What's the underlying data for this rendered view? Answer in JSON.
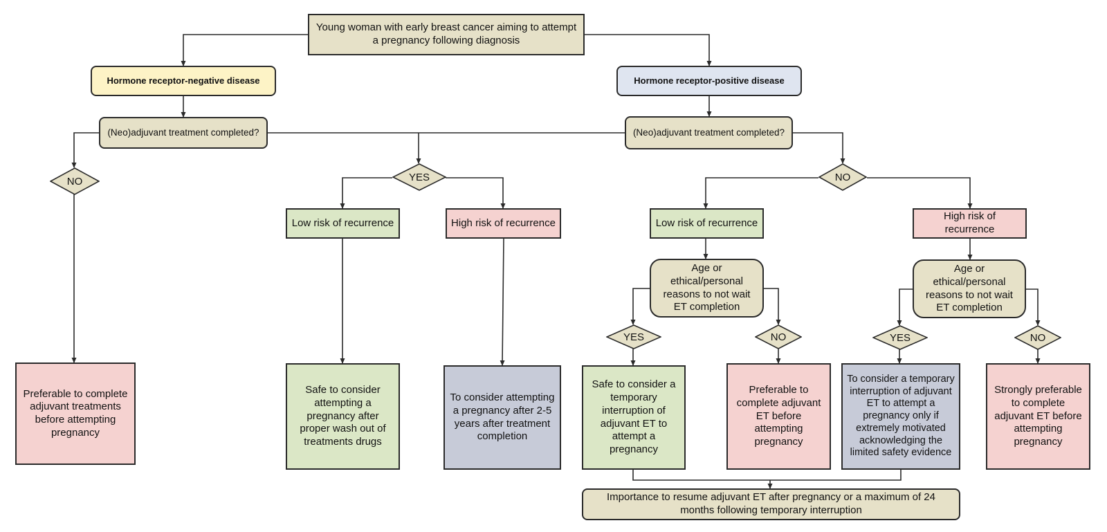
{
  "root": "Young woman with early breast cancer aiming to attempt a pregnancy following diagnosis",
  "hr_negative": {
    "title": "Hormone receptor-negative disease",
    "question": "(Neo)adjuvant treatment completed?",
    "no": {
      "label": "NO",
      "outcome": "Preferable to complete adjuvant treatments before attempting pregnancy"
    },
    "yes": {
      "label": "YES",
      "low_risk": {
        "label": "Low risk of recurrence",
        "outcome": "Safe to consider attempting a pregnancy after proper wash out of treatments drugs"
      },
      "high_risk": {
        "label": "High risk of recurrence",
        "outcome": "To consider attempting a pregnancy after 2-5 years after treatment completion"
      }
    }
  },
  "hr_positive": {
    "title": "Hormone receptor-positive disease",
    "question": "(Neo)adjuvant treatment completed?",
    "no": {
      "label": "NO",
      "low_risk": {
        "label": "Low risk of recurrence",
        "question": "Age or ethical/personal reasons to not wait ET completion",
        "yes_label": "YES",
        "no_label": "NO",
        "yes_outcome": "Safe to consider a temporary interruption of adjuvant ET to attempt a pregnancy",
        "no_outcome": "Preferable to complete adjuvant ET before attempting pregnancy"
      },
      "high_risk": {
        "label": "High risk of recurrence",
        "question": "Age or ethical/personal reasons to not wait ET completion",
        "yes_label": "YES",
        "no_label": "NO",
        "yes_outcome": "To consider a temporary interruption of adjuvant ET to attempt a pregnancy only if extremely motivated acknowledging the limited safety evidence",
        "no_outcome": "Strongly preferable to complete adjuvant ET before attempting pregnancy"
      }
    },
    "resume_note": "Importance to resume adjuvant ET after pregnancy or a maximum of 24 months following temporary interruption"
  },
  "colors": {
    "beige": "#e6e1c8",
    "yellow": "#fdf3c6",
    "blue": "#dfe5f0",
    "green": "#dbe7c6",
    "pink": "#f5d2d0",
    "slate": "#c7cbd8",
    "stroke": "#2a2a2a"
  }
}
